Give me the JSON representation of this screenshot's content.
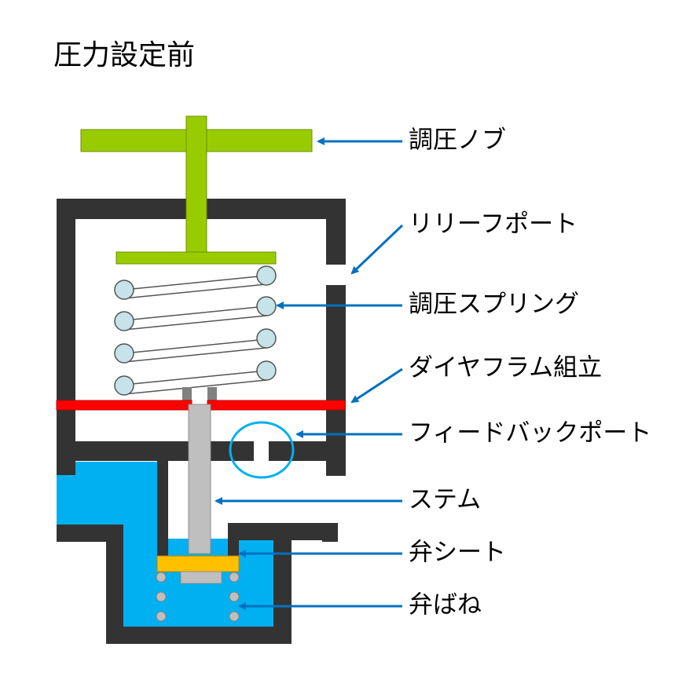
{
  "title": "圧力設定前",
  "labels": {
    "knob": "調圧ノブ",
    "relief_port": "リリーフポート",
    "spring": "調圧スプリング",
    "diaphragm": "ダイヤフラム組立",
    "feedback_port": "フィードバックポート",
    "stem": "ステム",
    "valve_seat": "弁シート",
    "valve_spring": "弁ばね"
  },
  "colors": {
    "body": "#333333",
    "knob": "#99cc00",
    "fluid": "#00b0f0",
    "diaphragm": "#ff0000",
    "valve_seat": "#ffc000",
    "spring_coil": "#c5e3e8",
    "stem": "#bfbfbf",
    "arrow": "#0070c0",
    "highlight_circle": "#00b0f0"
  }
}
